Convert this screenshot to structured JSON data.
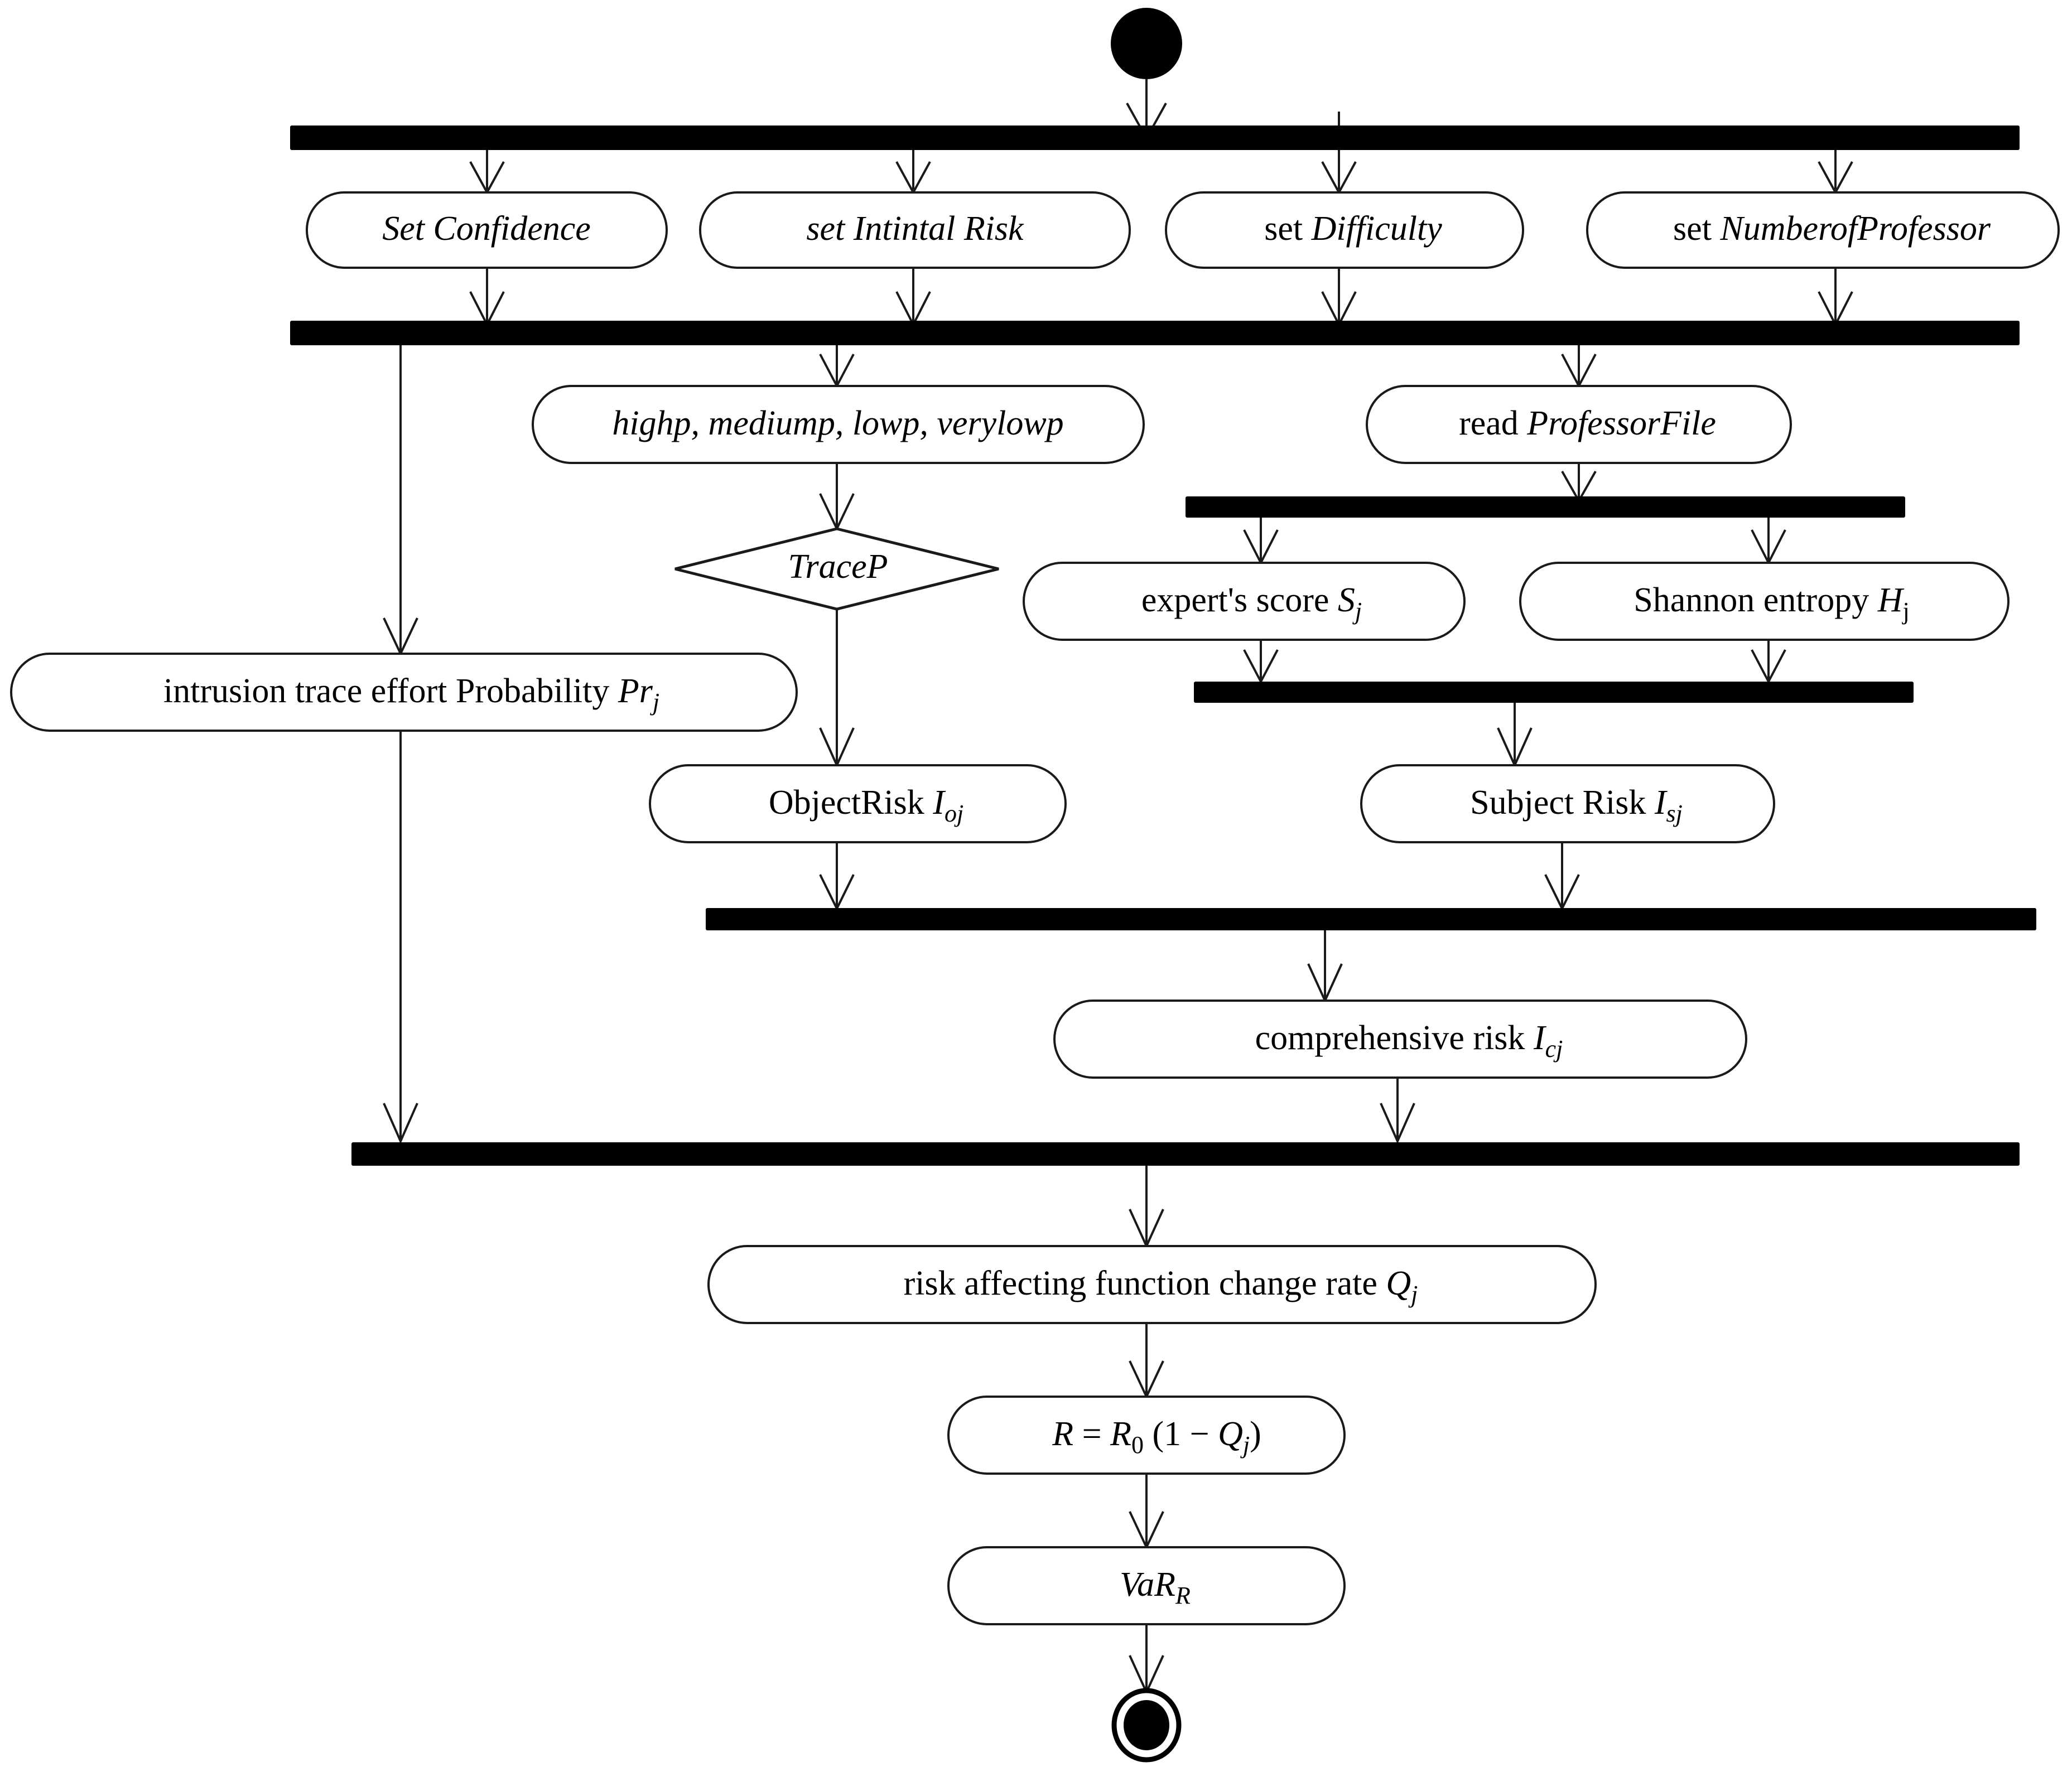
{
  "diagram": {
    "type": "uml-activity-diagram",
    "title": "Risk assessment activity diagram",
    "colors": {
      "background": "#ffffff",
      "stroke": "#1a1a1a",
      "bar_fill": "#000000",
      "node_fill": "#ffffff",
      "text": "#000000"
    },
    "nodes": {
      "start": {
        "kind": "initial-node",
        "label": ""
      },
      "fork1": {
        "kind": "fork-bar",
        "label": ""
      },
      "set_confidence": {
        "kind": "action",
        "text": "Set Confidence",
        "plain": "",
        "italic": "Set Confidence"
      },
      "set_initial_risk": {
        "kind": "action",
        "text": "set Intintal Risk",
        "plain": "",
        "italic": "set Intintal Risk"
      },
      "set_difficulty": {
        "kind": "action",
        "text": "set Difficulty",
        "plain": "set ",
        "italic": "Difficulty"
      },
      "set_num_prof": {
        "kind": "action",
        "text": "set NumberofProfessor",
        "plain": "set ",
        "italic": "NumberofProfessor"
      },
      "fork2": {
        "kind": "fork-bar",
        "label": ""
      },
      "probability_levels": {
        "kind": "action",
        "text": "highp, mediump, lowp, verylowp",
        "plain": "",
        "italic": "highp, mediump, lowp, verylowp"
      },
      "read_professor_file": {
        "kind": "action",
        "text": "read ProfessorFile",
        "plain": "read ",
        "italic": "ProfessorFile"
      },
      "trace_p": {
        "kind": "decision",
        "text": "TraceP",
        "plain": "",
        "italic": "TraceP"
      },
      "fork3": {
        "kind": "fork-bar",
        "label": ""
      },
      "experts_score": {
        "kind": "action",
        "base": "expert's score ",
        "sym": "S",
        "sub": "j",
        "sub_italic": true
      },
      "shannon_entropy": {
        "kind": "action",
        "base": "Shannon entropy ",
        "sym": "H",
        "sub": "j",
        "sub_italic": false
      },
      "join3": {
        "kind": "join-bar",
        "label": ""
      },
      "intrusion_trace": {
        "kind": "action",
        "base": "intrusion trace effort Probability ",
        "sym": "Pr",
        "sub": "j",
        "sub_italic": true
      },
      "object_risk": {
        "kind": "action",
        "base": "ObjectRisk ",
        "sym": "I",
        "sub": "oj",
        "sub_italic": true
      },
      "subject_risk": {
        "kind": "action",
        "base": "Subject Risk ",
        "sym": "I",
        "sub": "sj",
        "sub_italic": true
      },
      "join4": {
        "kind": "join-bar",
        "label": ""
      },
      "comprehensive_risk": {
        "kind": "action",
        "base": "comprehensive risk ",
        "sym": "I",
        "sub": "cj",
        "sub_italic": true
      },
      "join5": {
        "kind": "join-bar",
        "label": ""
      },
      "change_rate": {
        "kind": "action",
        "base": "risk affecting function change rate ",
        "sym": "Q",
        "sub": "j",
        "sub_italic": true
      },
      "formula": {
        "kind": "action",
        "text": "R = R0 (1 - Qj)",
        "parts": {
          "r": "R",
          "eq": " = ",
          "r0": "R",
          "zero": "0",
          "open": " (1 ",
          "minus": "−",
          "q": " Q",
          "qsub": "j",
          "close": ")"
        }
      },
      "var_r": {
        "kind": "action",
        "sym": "VaR",
        "sub": "R",
        "sub_italic": true
      },
      "end": {
        "kind": "final-node",
        "label": ""
      }
    },
    "edges": [
      {
        "from": "start",
        "to": "fork1"
      },
      {
        "from": "fork1",
        "to": "set_confidence"
      },
      {
        "from": "fork1",
        "to": "set_initial_risk"
      },
      {
        "from": "fork1",
        "to": "set_difficulty"
      },
      {
        "from": "fork1",
        "to": "set_num_prof"
      },
      {
        "from": "set_confidence",
        "to": "fork2"
      },
      {
        "from": "set_initial_risk",
        "to": "fork2"
      },
      {
        "from": "set_difficulty",
        "to": "fork2"
      },
      {
        "from": "set_num_prof",
        "to": "fork2"
      },
      {
        "from": "fork2",
        "to": "intrusion_trace"
      },
      {
        "from": "fork2",
        "to": "probability_levels"
      },
      {
        "from": "fork2",
        "to": "read_professor_file"
      },
      {
        "from": "probability_levels",
        "to": "trace_p"
      },
      {
        "from": "trace_p",
        "to": "object_risk"
      },
      {
        "from": "read_professor_file",
        "to": "fork3"
      },
      {
        "from": "fork3",
        "to": "experts_score"
      },
      {
        "from": "fork3",
        "to": "shannon_entropy"
      },
      {
        "from": "experts_score",
        "to": "join3"
      },
      {
        "from": "shannon_entropy",
        "to": "join3"
      },
      {
        "from": "join3",
        "to": "subject_risk"
      },
      {
        "from": "object_risk",
        "to": "join4"
      },
      {
        "from": "subject_risk",
        "to": "join4"
      },
      {
        "from": "join4",
        "to": "comprehensive_risk"
      },
      {
        "from": "intrusion_trace",
        "to": "join5"
      },
      {
        "from": "comprehensive_risk",
        "to": "join5"
      },
      {
        "from": "join5",
        "to": "change_rate"
      },
      {
        "from": "change_rate",
        "to": "formula"
      },
      {
        "from": "formula",
        "to": "var_r"
      },
      {
        "from": "var_r",
        "to": "end"
      }
    ]
  }
}
